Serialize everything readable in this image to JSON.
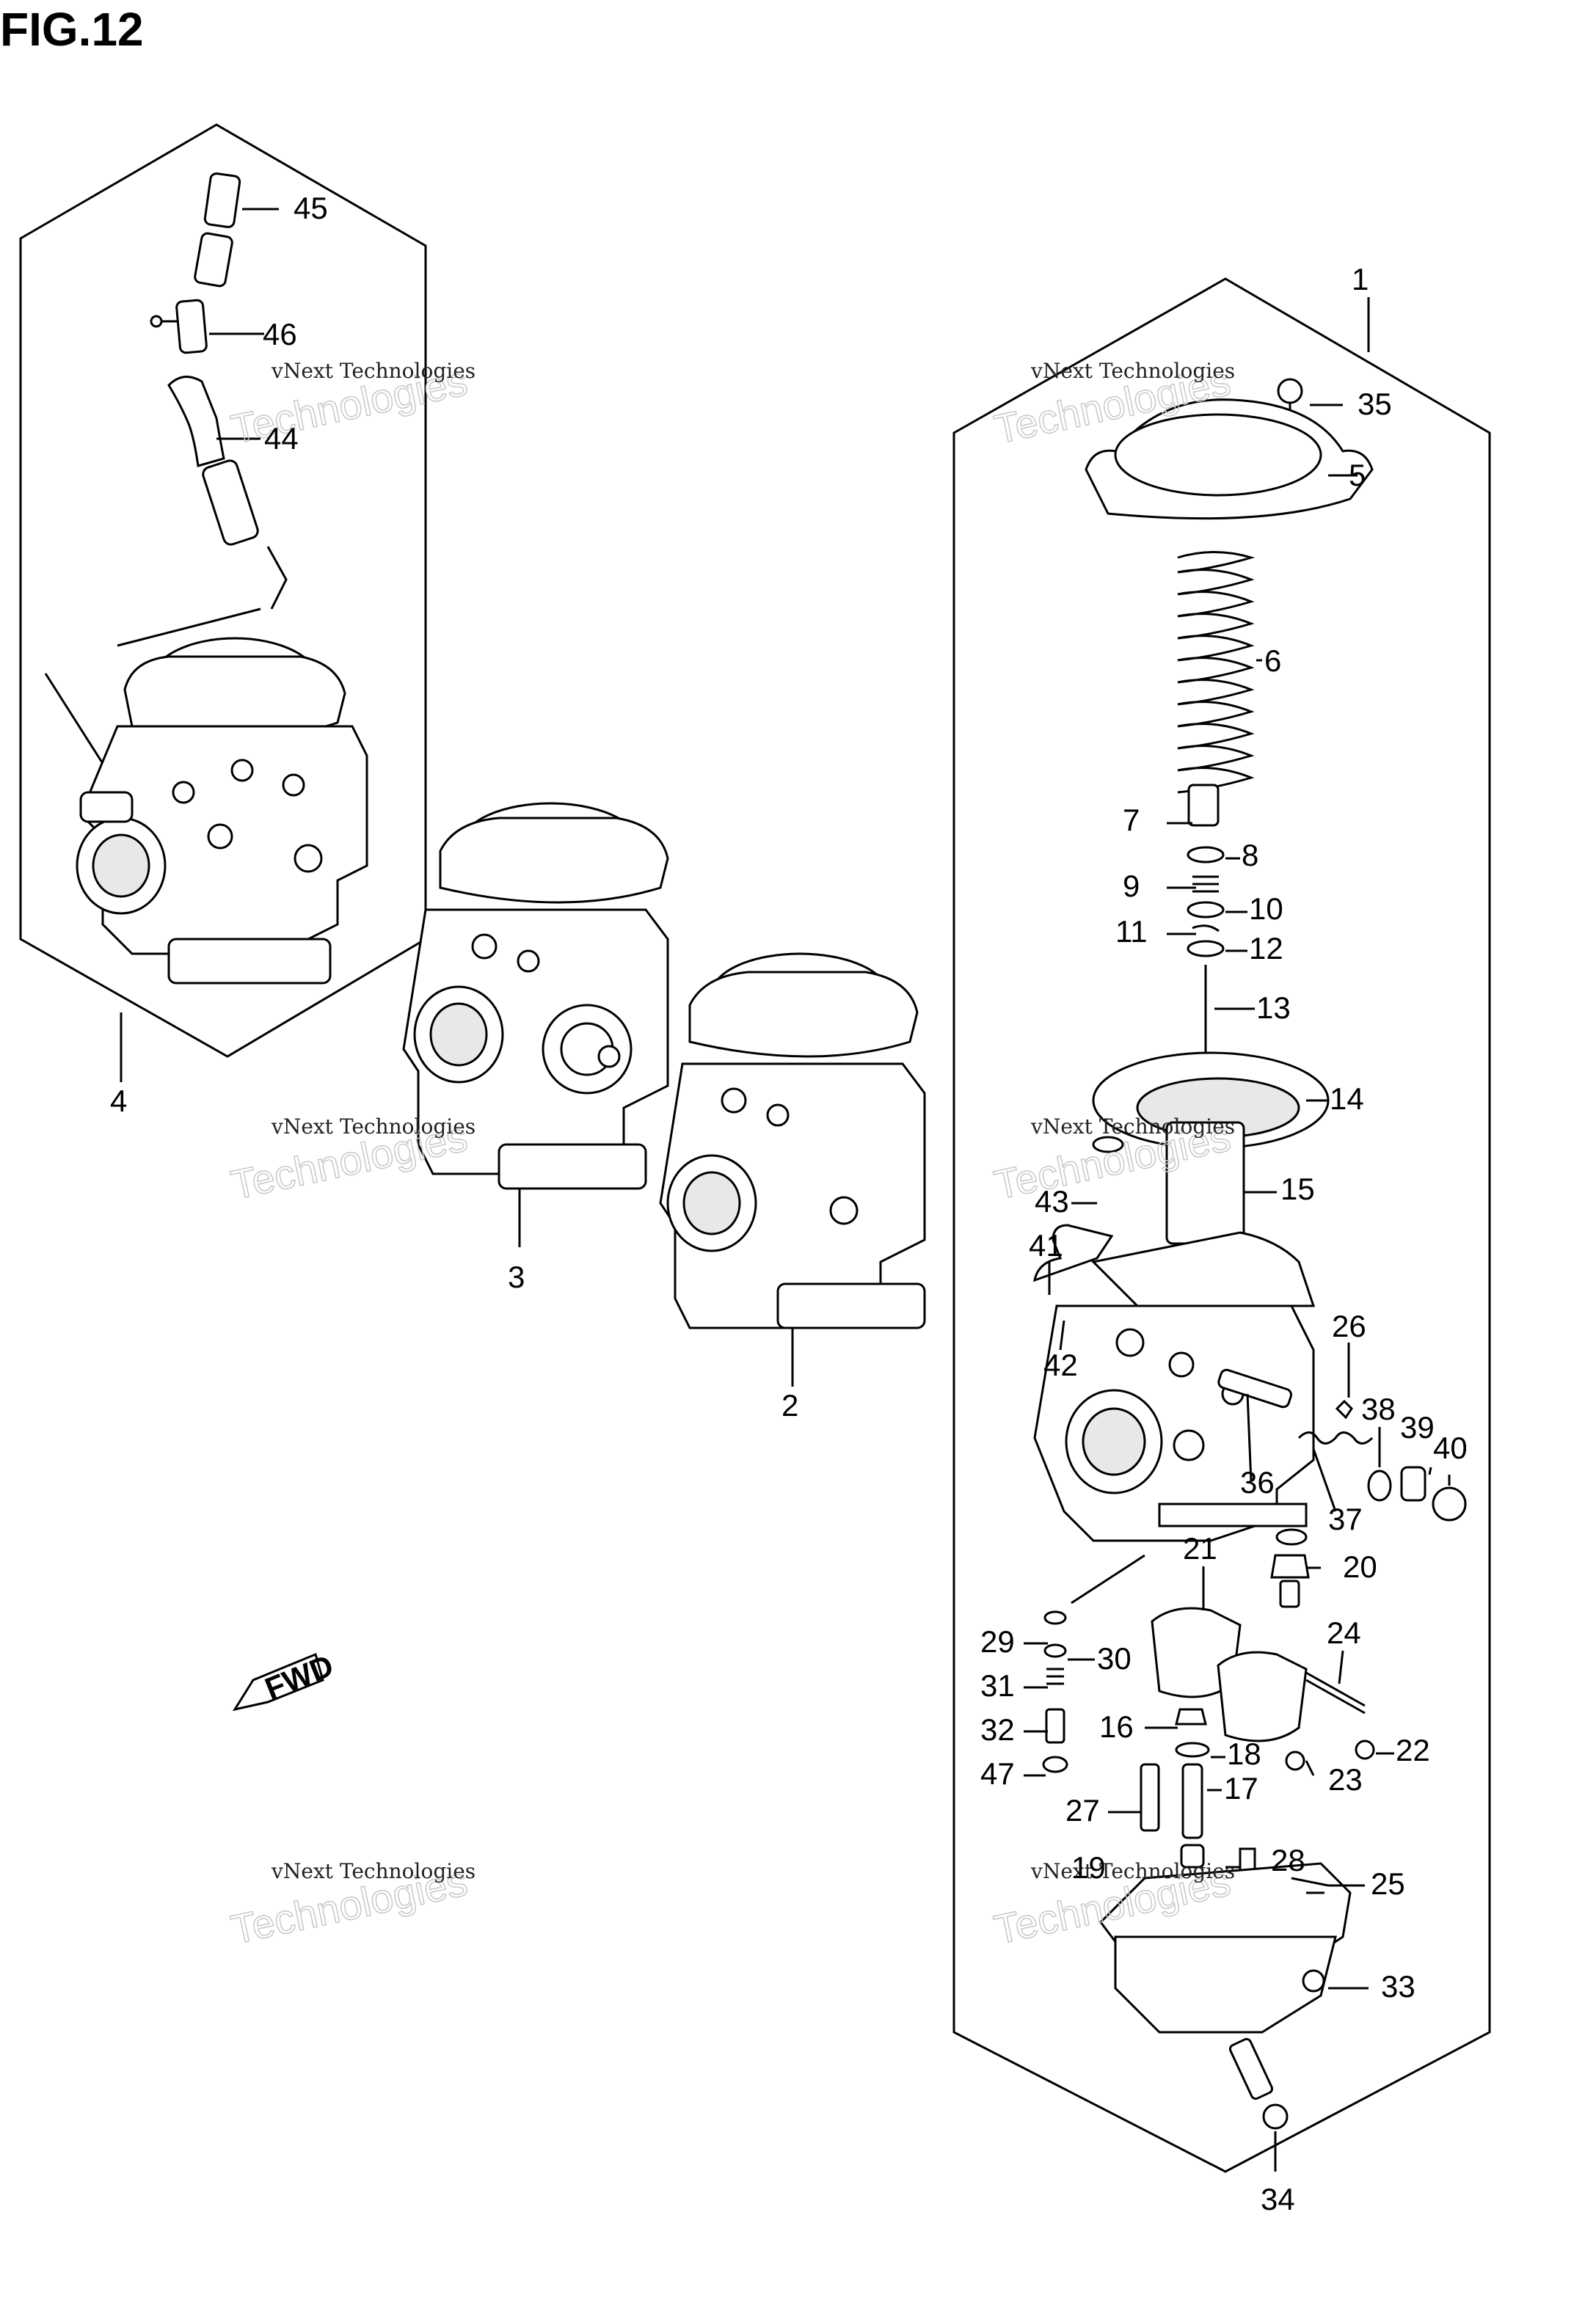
{
  "figure": {
    "title": "FIG.12"
  },
  "watermark": {
    "line1": "vNext Technologies",
    "line2": "Technologies",
    "line3": "vNext"
  },
  "fwd_label": "FWD",
  "callouts": [
    "1",
    "2",
    "3",
    "4",
    "5",
    "6",
    "7",
    "8",
    "9",
    "10",
    "11",
    "12",
    "13",
    "14",
    "15",
    "16",
    "17",
    "18",
    "19",
    "20",
    "21",
    "22",
    "23",
    "24",
    "25",
    "26",
    "27",
    "28",
    "29",
    "30",
    "31",
    "32",
    "33",
    "34",
    "35",
    "36",
    "37",
    "38",
    "39",
    "40",
    "41",
    "42",
    "43",
    "44",
    "45",
    "46",
    "47"
  ]
}
